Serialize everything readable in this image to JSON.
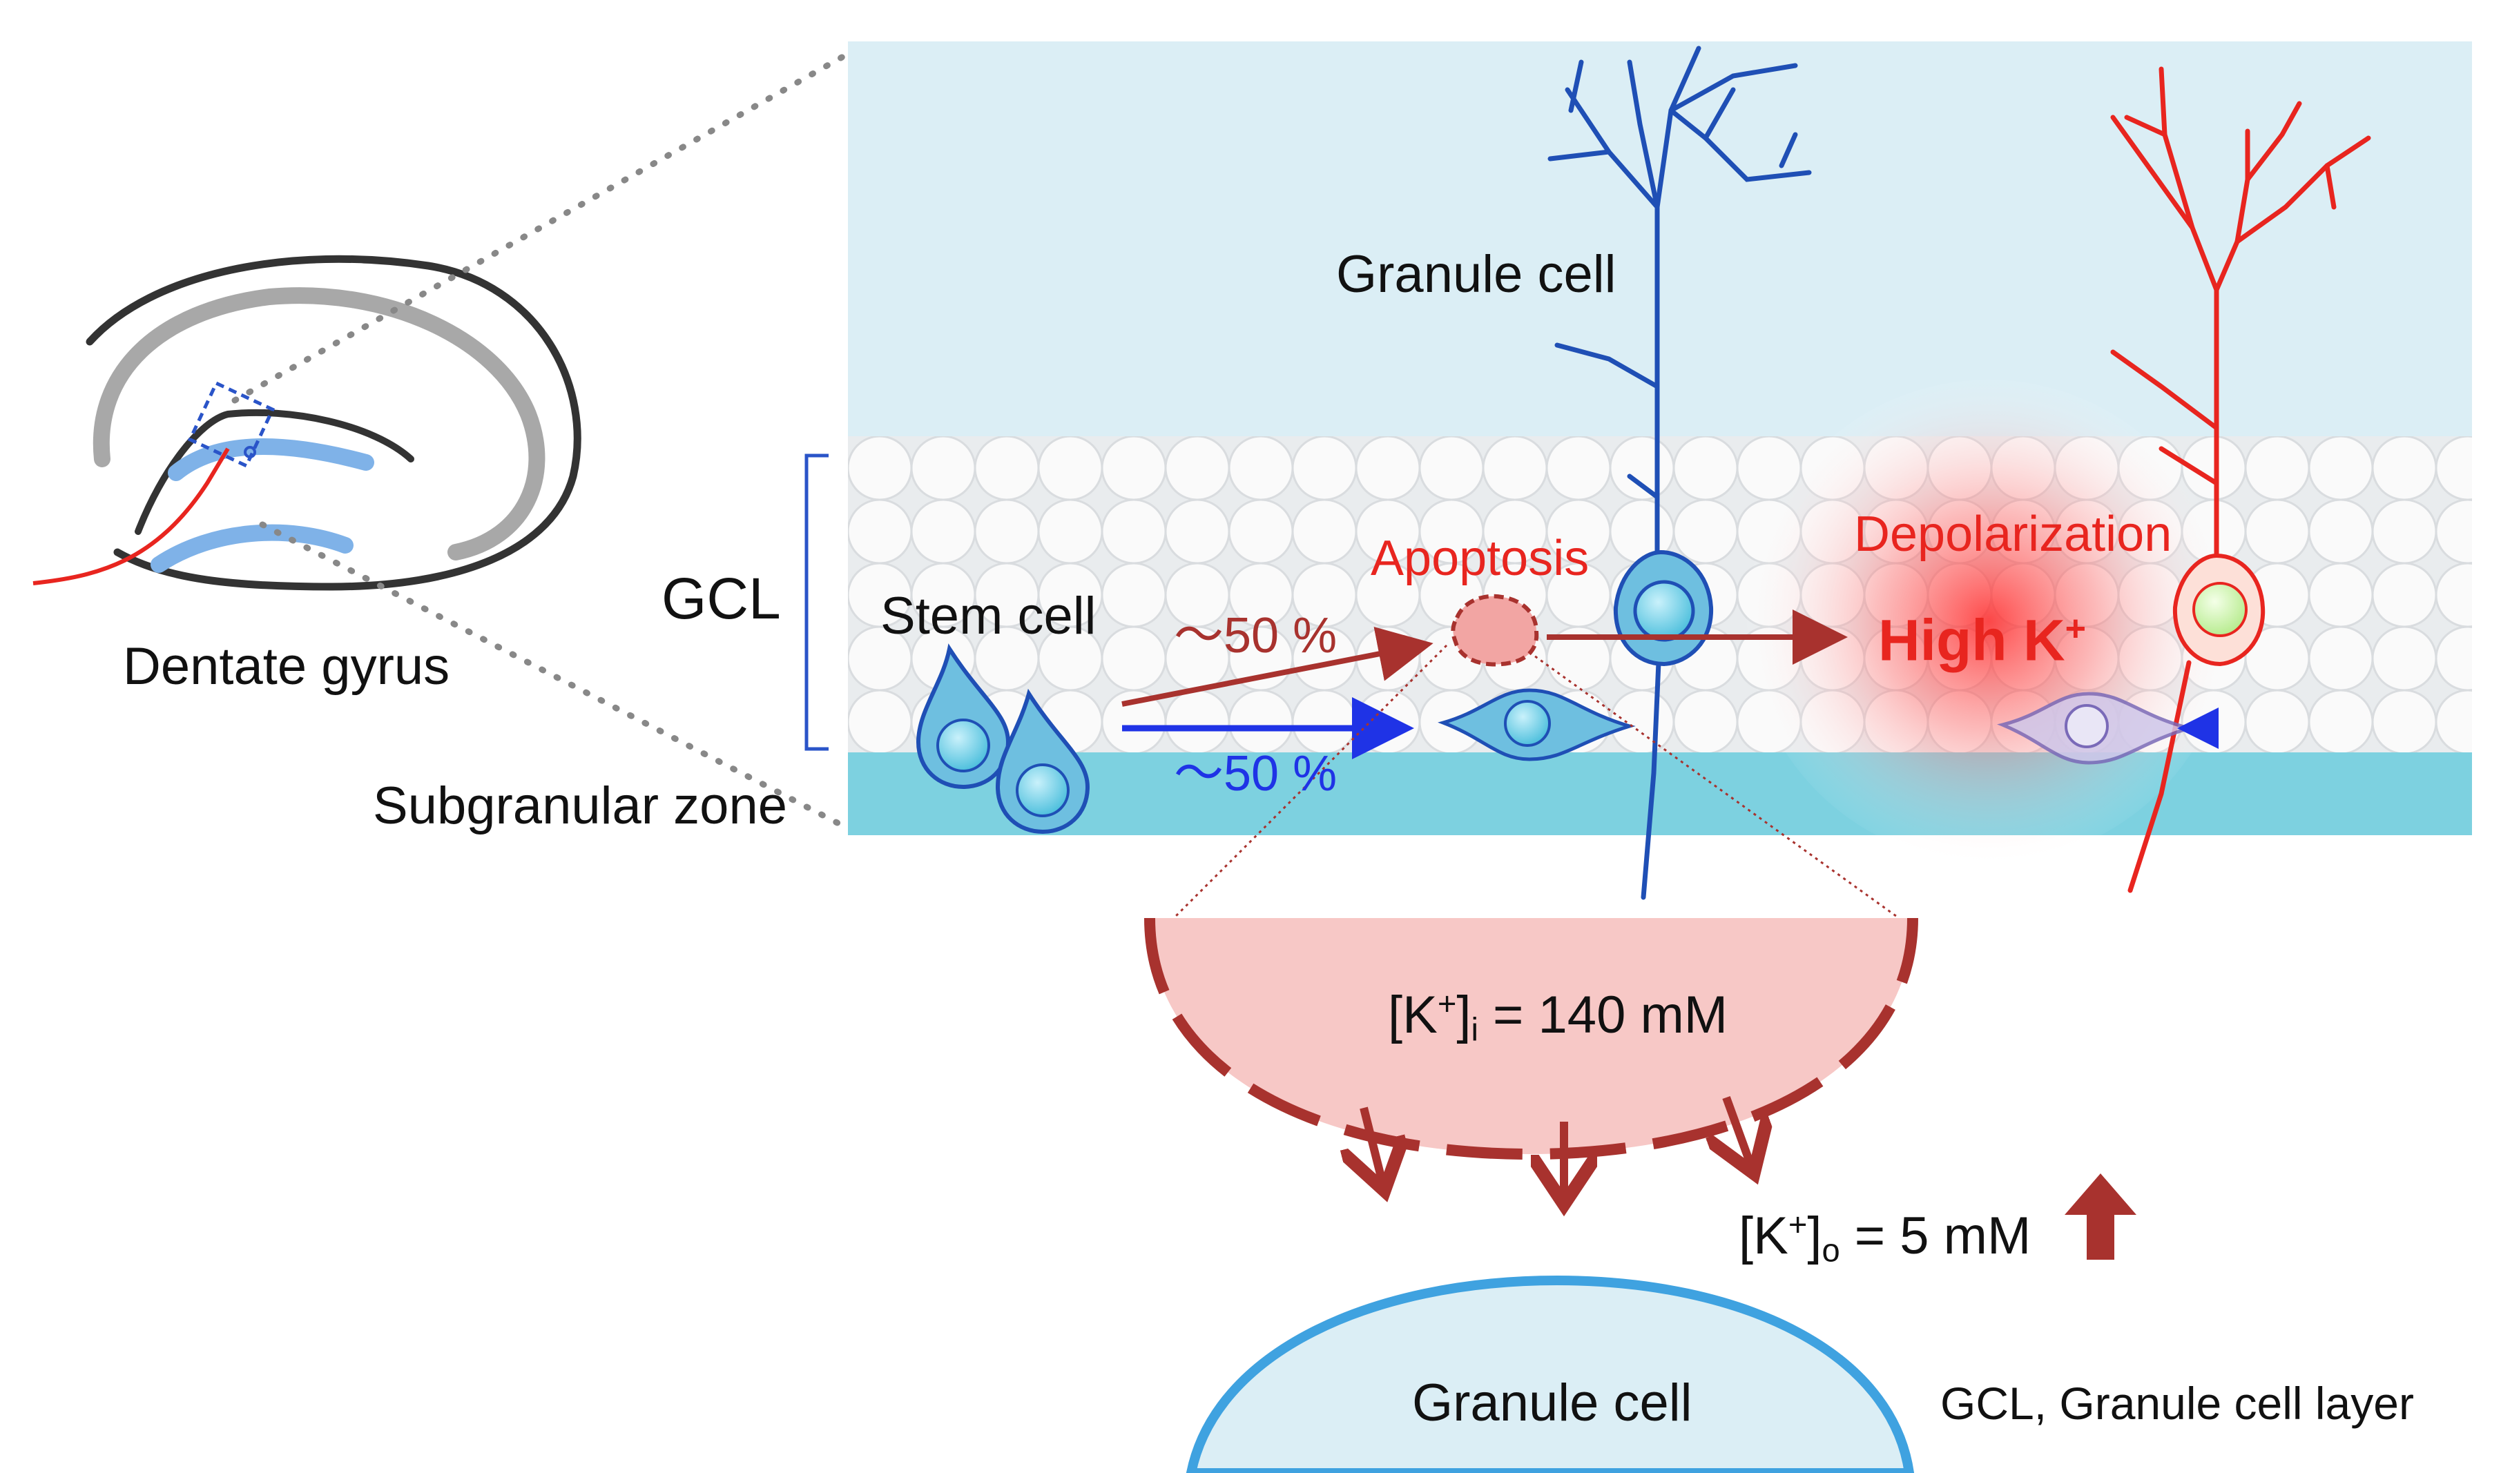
{
  "colors": {
    "background_layer": "#dbeef5",
    "subgranular_band": "#7dd1e0",
    "granule_cell_blue": "#1f4fb5",
    "depolarized_cell_red": "#e8251f",
    "apoptosis_arrow": "#a8322e",
    "differentiation_arrow": "#1f33e6",
    "apoptotic_fill": "#f2a5a3"
  },
  "labels": {
    "dentate_gyrus": "Dentate gyrus",
    "gcl": "GCL",
    "subgranular_zone": "Subgranular zone",
    "stem_cell": "Stem cell",
    "granule_cell_top": "Granule cell",
    "apoptosis": "Apoptosis",
    "percent_apoptosis": "～50 %",
    "percent_survive": "～50 %",
    "depolarization": "Depolarization",
    "high_k": "High K",
    "high_k_sup": "+",
    "ki_prefix": "[K",
    "ki_sup": "+",
    "ki_bracket": "]",
    "ki_sub": "i",
    "ki_value": " = 140 mM",
    "ko_prefix": "[K",
    "ko_sup": "+",
    "ko_bracket": "]",
    "ko_sub": "o",
    "ko_value": " = 5 mM",
    "granule_cell_bottom": "Granule cell",
    "legend": "GCL, Granule cell layer"
  },
  "icons": {
    "up_arrow": "increase-arrow-icon"
  }
}
